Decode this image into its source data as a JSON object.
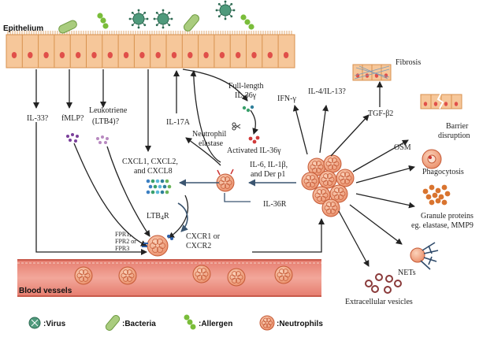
{
  "labels": {
    "epithelium": "Epithelium",
    "blood_vessels": "Blood vessels",
    "il33": "IL-33?",
    "fmlp": "fMLP?",
    "leukotriene": "Leukotriene",
    "ltb4": "(LTB4)?",
    "cxcl_line1": "CXCL1, CXCL2,",
    "cxcl_line2": "and CXCL8",
    "ltb4r": "LTB",
    "ltb4r_sub": "4",
    "ltb4r_end": "R",
    "fpr1": "FPR1,",
    "fpr2": "FPR2 or",
    "fpr3": "FPR3",
    "cxcr_line1": "CXCR1 or",
    "cxcr_line2": "CXCR2",
    "il17a": "IL-17A",
    "neutrophil_elastase_line1": "Neutrophil",
    "neutrophil_elastase_line2": "elastase",
    "full_length_line1": "Full-length",
    "full_length_line2": "IL-36γ",
    "activated": "Activated IL-36γ",
    "il6_line1": "IL-6, IL-1β,",
    "il6_line2": "and Der p1",
    "il36r": "IL-36R",
    "ifng": "IFN-γ",
    "il4": "IL-4/IL-13?",
    "tgfb2": "TGF-β2",
    "fibrosis": "Fibrosis",
    "osm": "OSM",
    "barrier_line1": "Barrier",
    "barrier_line2": "disruption",
    "phagocytosis": "Phagocytosis",
    "granule_line1": "Granule proteins",
    "granule_line2": "eg. elastase, MMP9",
    "nets": "NETs",
    "extracellular_vesicles": "Extracellular vesicles"
  },
  "legend": [
    {
      "icon": "virus-icon",
      "label": ":Virus"
    },
    {
      "icon": "bacteria-icon",
      "label": ":Bacteria"
    },
    {
      "icon": "allergen-icon",
      "label": ":Allergen"
    },
    {
      "icon": "neutrophil-icon",
      "label": ":Neutrophils"
    }
  ],
  "colors": {
    "epithelium_cell": "#f6c79a",
    "epithelium_border": "#d8924f",
    "nucleus": "#e0504a",
    "vessel": "#e98474",
    "vessel_light": "#f3b7a9",
    "neutrophil": "#f2a27e",
    "neutrophil_border": "#c55a36",
    "virus": "#4f9a7c",
    "bacteria": "#a9cc7e",
    "allergen": "#7abd3a",
    "arrow": "#222222",
    "arrow_blue": "#3a5570"
  }
}
